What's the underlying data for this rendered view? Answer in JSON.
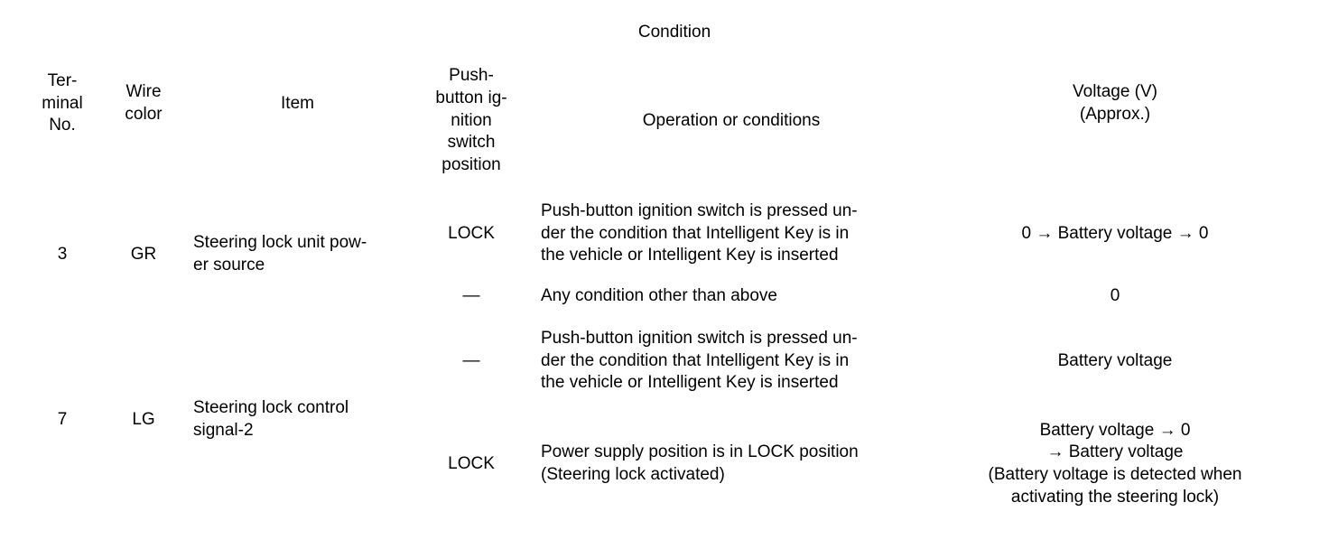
{
  "table": {
    "columns": {
      "terminal_no": "Ter-\nminal\nNo.",
      "wire_color": "Wire\ncolor",
      "item": "Item",
      "condition_group": "Condition",
      "switch_position": "Push-\nbutton ig-\nnition\nswitch\nposition",
      "operation": "Operation or conditions",
      "voltage": "Voltage (V)\n(Approx.)"
    },
    "rows": [
      {
        "terminal_no": "3",
        "wire_color": "GR",
        "item": "Steering lock unit pow-\ner source",
        "conditions": [
          {
            "switch_position": "LOCK",
            "operation": "Push-button ignition switch is pressed un-\nder the condition that Intelligent Key is in\nthe vehicle or Intelligent Key is inserted",
            "voltage": "0 → Battery voltage → 0"
          },
          {
            "switch_position": "—",
            "operation": "Any condition other than above",
            "voltage": "0"
          }
        ]
      },
      {
        "terminal_no": "7",
        "wire_color": "LG",
        "item": "Steering lock control\nsignal-2",
        "conditions": [
          {
            "switch_position": "—",
            "operation": "Push-button ignition switch is pressed un-\nder the condition that Intelligent Key is in\nthe vehicle or Intelligent Key is inserted",
            "voltage": "Battery voltage"
          },
          {
            "switch_position": "LOCK",
            "operation": "Power supply position is in LOCK position\n(Steering lock activated)",
            "voltage": "Battery voltage → 0\n→ Battery voltage\n(Battery voltage is detected when\nactivating the steering lock)"
          }
        ]
      }
    ]
  }
}
